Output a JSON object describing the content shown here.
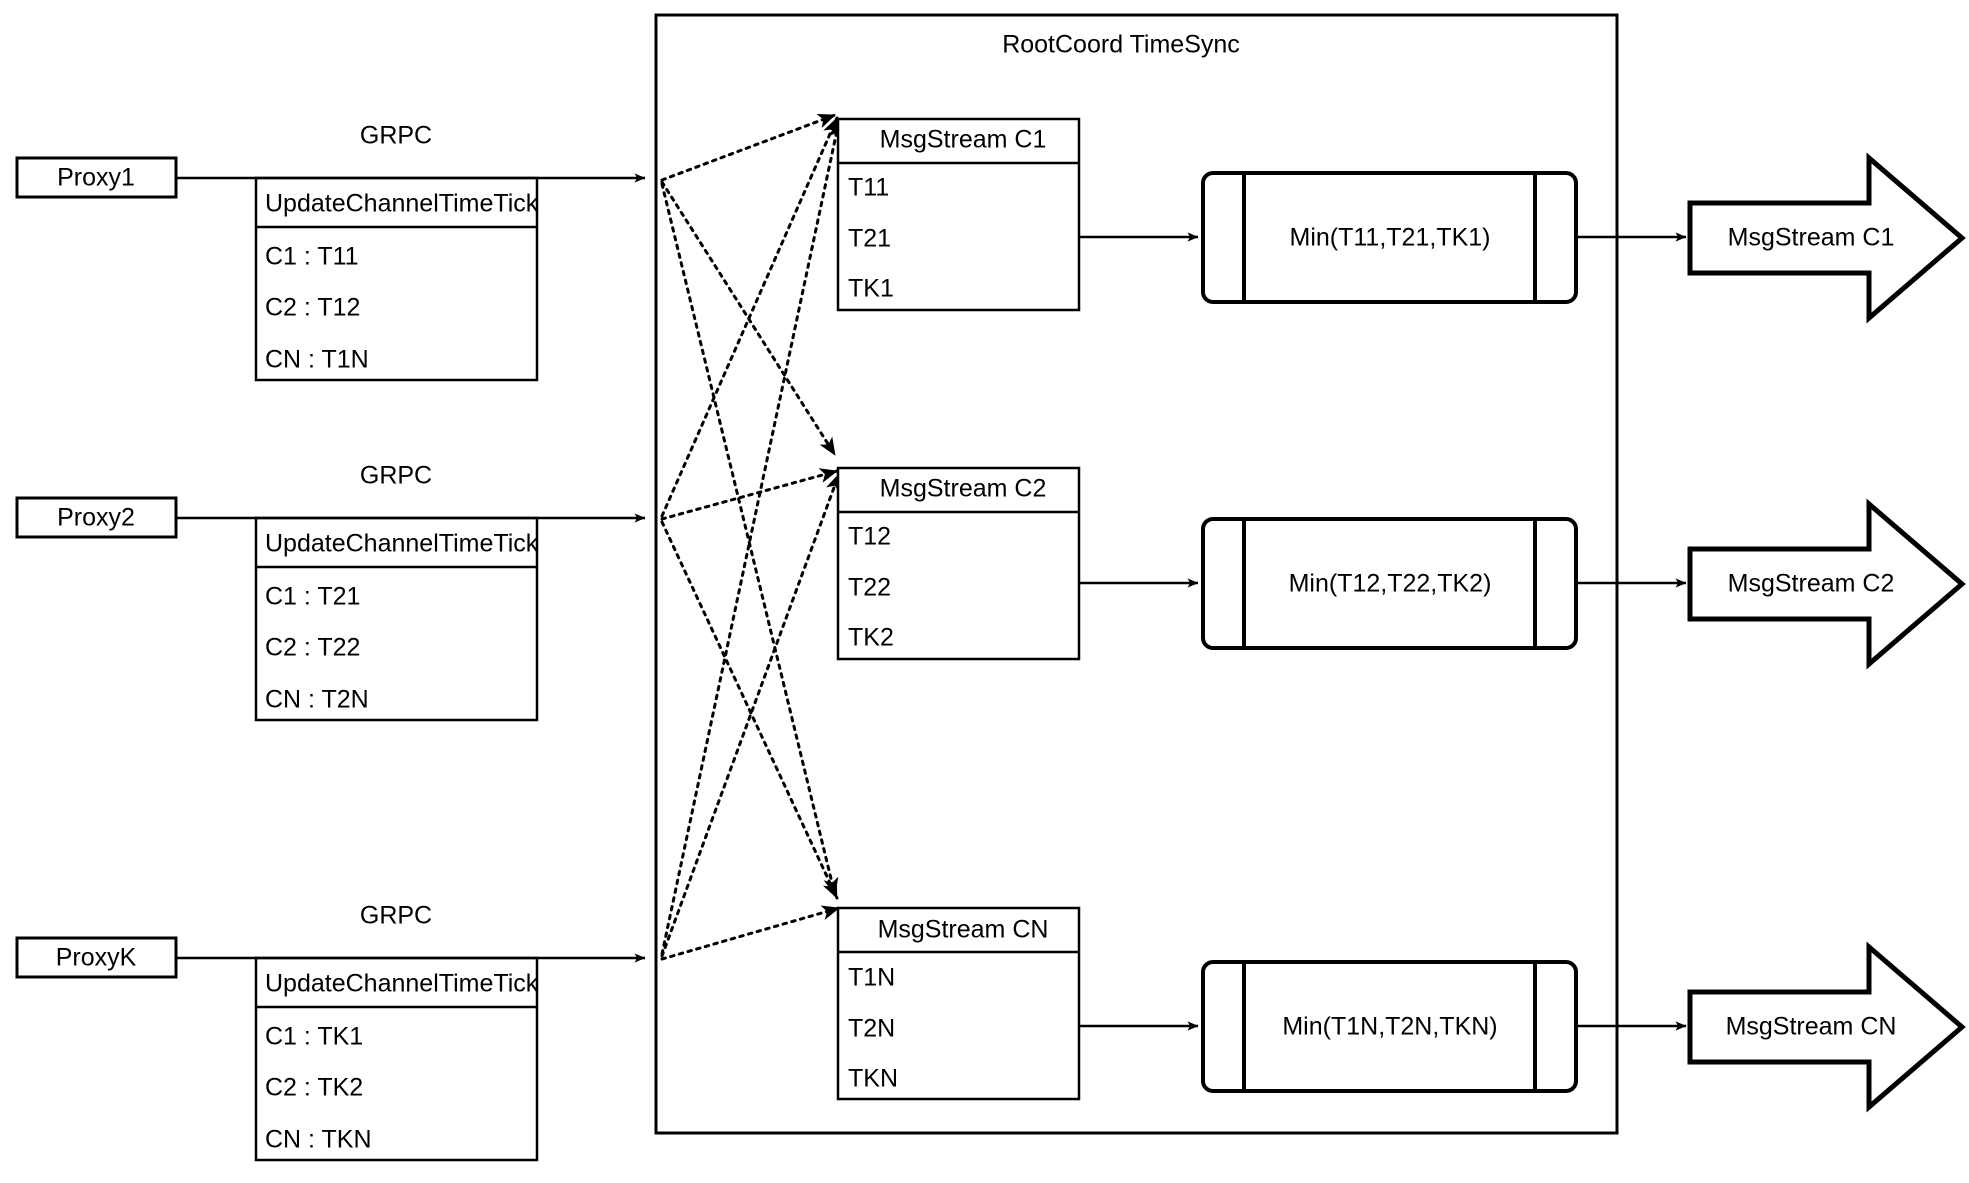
{
  "diagram": {
    "title": "RootCoord TimeSync",
    "container_label": "RootCoord TimeSync",
    "proxies": [
      {
        "name": "Proxy1",
        "link_label": "GRPC",
        "table_header": "UpdateChannelTimeTick",
        "rows": [
          "C1 :  T11",
          "C2 :  T12",
          "CN : T1N"
        ]
      },
      {
        "name": "Proxy2",
        "link_label": "GRPC",
        "table_header": "UpdateChannelTimeTick",
        "rows": [
          "C1 :  T21",
          "C2 :  T22",
          "CN : T2N"
        ]
      },
      {
        "name": "ProxyK",
        "link_label": "GRPC",
        "table_header": "UpdateChannelTimeTick",
        "rows": [
          "C1 :  TK1",
          "C2 :  TK2",
          "CN : TKN"
        ]
      }
    ],
    "channels": [
      {
        "msgstream_header": "MsgStream C1",
        "msgstream_rows": [
          "T11",
          "T21",
          "TK1"
        ],
        "min_label": "Min(T11,T21,TK1)",
        "output_label": "MsgStream C1"
      },
      {
        "msgstream_header": "MsgStream C2",
        "msgstream_rows": [
          "T12",
          "T22",
          "TK2"
        ],
        "min_label": "Min(T12,T22,TK2)",
        "output_label": "MsgStream C2"
      },
      {
        "msgstream_header": "MsgStream CN",
        "msgstream_rows": [
          "T1N",
          "T2N",
          "TKN"
        ],
        "min_label": "Min(T1N,T2N,TKN)",
        "output_label": "MsgStream CN"
      }
    ],
    "colors": {
      "stroke": "#000000",
      "fill": "#ffffff",
      "text": "#000000"
    }
  }
}
